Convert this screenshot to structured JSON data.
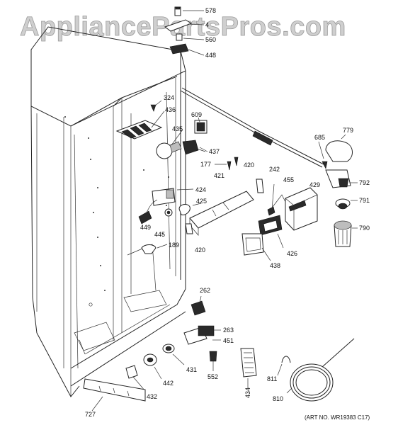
{
  "watermark": "AppliancePartsPros.com",
  "art_number": "(ART NO. WR19383 C17)",
  "callouts": [
    {
      "id": "c578",
      "text": "578"
    },
    {
      "id": "c4",
      "text": "4"
    },
    {
      "id": "c560",
      "text": "560"
    },
    {
      "id": "c448",
      "text": "448"
    },
    {
      "id": "c324",
      "text": "324"
    },
    {
      "id": "c436",
      "text": "436"
    },
    {
      "id": "c609",
      "text": "609"
    },
    {
      "id": "c435",
      "text": "435"
    },
    {
      "id": "c437",
      "text": "437"
    },
    {
      "id": "c685",
      "text": "685"
    },
    {
      "id": "c779",
      "text": "779"
    },
    {
      "id": "c177",
      "text": "177"
    },
    {
      "id": "c421",
      "text": "421"
    },
    {
      "id": "c420a",
      "text": "420"
    },
    {
      "id": "c242",
      "text": "242"
    },
    {
      "id": "c455",
      "text": "455"
    },
    {
      "id": "c429",
      "text": "429"
    },
    {
      "id": "c792",
      "text": "792"
    },
    {
      "id": "c424",
      "text": "424"
    },
    {
      "id": "c425",
      "text": "425"
    },
    {
      "id": "c791",
      "text": "791"
    },
    {
      "id": "c449",
      "text": "449"
    },
    {
      "id": "c445",
      "text": "445"
    },
    {
      "id": "c790",
      "text": "790"
    },
    {
      "id": "c420b",
      "text": "420"
    },
    {
      "id": "c426",
      "text": "426"
    },
    {
      "id": "c189",
      "text": "189"
    },
    {
      "id": "c438",
      "text": "438"
    },
    {
      "id": "c262",
      "text": "262"
    },
    {
      "id": "c263",
      "text": "263"
    },
    {
      "id": "c451",
      "text": "451"
    },
    {
      "id": "c442",
      "text": "442"
    },
    {
      "id": "c431",
      "text": "431"
    },
    {
      "id": "c552",
      "text": "552"
    },
    {
      "id": "c811",
      "text": "811"
    },
    {
      "id": "c432",
      "text": "432"
    },
    {
      "id": "c434",
      "text": "434"
    },
    {
      "id": "c810",
      "text": "810"
    },
    {
      "id": "c727",
      "text": "727"
    }
  ]
}
